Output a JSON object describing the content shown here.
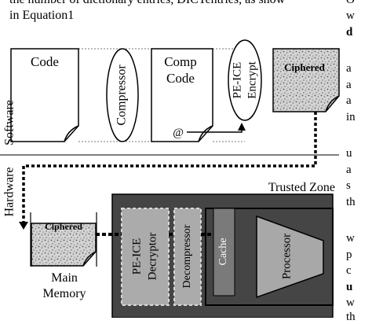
{
  "top_text": {
    "line1": "the number of dictionary entries, DICTentries, as show",
    "line2": "in Equation1"
  },
  "right_column_fragments": [
    "O",
    "w",
    "d",
    "a",
    "a",
    "a",
    "in",
    "u",
    "a",
    "s",
    "th",
    "w",
    "p",
    "c",
    "u",
    "w",
    "th"
  ],
  "labels": {
    "software": "Software",
    "hardware": "Hardware",
    "trusted_zone": "Trusted Zone",
    "at_symbol": "@"
  },
  "software_row": {
    "code": "Code",
    "compressor": "Compressor",
    "comp_code_line1": "Comp",
    "comp_code_line2": "Code",
    "pe_ice_encrypt_line1": "PE-ICE",
    "pe_ice_encrypt_line2": "Encrypt",
    "ciphered": "Ciphered"
  },
  "hardware_row": {
    "ciphered": "Ciphered",
    "main_memory_line1": "Main",
    "main_memory_line2": "Memory",
    "decryptor_line1": "PE-ICE",
    "decryptor_line2": "Decryptor",
    "decompressor": "Decompressor",
    "cache": "Cache",
    "processor": "Processor"
  },
  "colors": {
    "trusted_zone_fill": "#454545",
    "inner_box_fill": "#ababab",
    "cache_fill": "#7a7a7a",
    "processor_fill": "#a8a8a8"
  }
}
